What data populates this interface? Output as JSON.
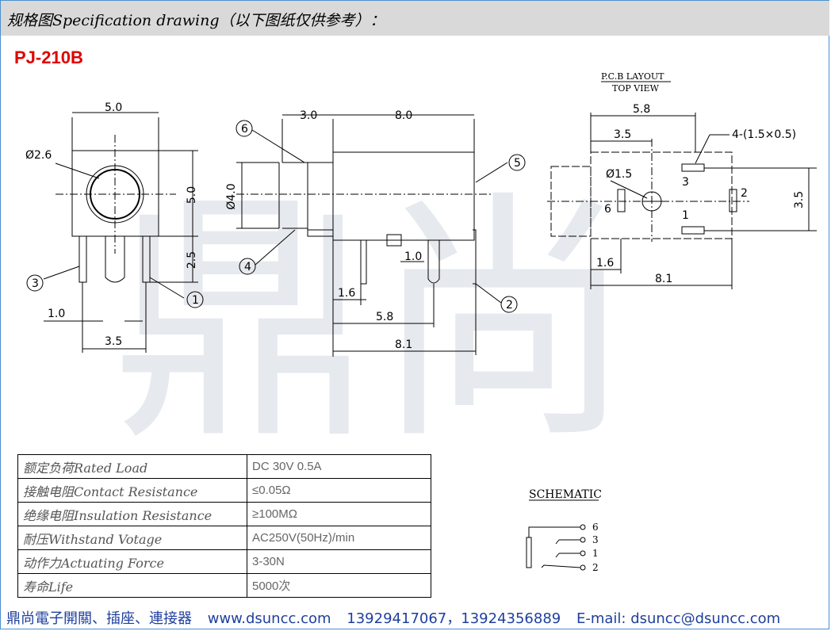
{
  "header": {
    "title": "规格图Specification drawing（以下图纸仅供参考）："
  },
  "model": "PJ-210B",
  "watermark": "鼎尚",
  "front_view": {
    "width": "5.0",
    "height": "5.0",
    "hole_dia": "Ø2.6",
    "pin_len": "2.5",
    "pin_spacing": "1.0",
    "pin_span": "3.5",
    "callout_1": "1",
    "callout_3": "3"
  },
  "side_view": {
    "nose_len": "3.0",
    "body_len": "8.0",
    "nose_dia": "Ø4.0",
    "dim_1_0": "1.0",
    "dim_1_6": "1.6",
    "dim_5_8": "5.8",
    "dim_8_1": "8.1",
    "callout_2": "2",
    "callout_4": "4",
    "callout_5": "5",
    "callout_6": "6"
  },
  "pcb_layout": {
    "title": "P.C.B LAYOUT",
    "subtitle": "TOP VIEW",
    "dim_5_8": "5.8",
    "dim_3_5": "3.5",
    "pads_note": "4-(1.5×0.5)",
    "hole": "Ø1.5",
    "dim_3_5_v": "3.5",
    "dim_1_6": "1.6",
    "dim_8_1": "8.1",
    "pad_1": "1",
    "pad_2": "2",
    "pad_3": "3",
    "pad_6": "6"
  },
  "spec_table": [
    {
      "label": "额定负荷Rated Load",
      "value": "DC 30V 0.5A"
    },
    {
      "label": "接触电阻Contact Resistance",
      "value": "≤0.05Ω"
    },
    {
      "label": "绝缘电阻Insulation Resistance",
      "value": "≥100MΩ"
    },
    {
      "label": "耐压Withstand Votage",
      "value": "AC250V(50Hz)/min"
    },
    {
      "label": "动作力Actuating Force",
      "value": "3-30N"
    },
    {
      "label": "寿命Life",
      "value": "5000次"
    }
  ],
  "schematic": {
    "title": "SCHEMATIC",
    "pins": [
      "6",
      "3",
      "1",
      "2"
    ]
  },
  "footer": {
    "company": "鼎尚電子開關、插座、連接器",
    "website": "www.dsuncc.com",
    "phones": "13929417067，13924356889",
    "email": "E-mail: dsuncc@dsuncc.com"
  }
}
